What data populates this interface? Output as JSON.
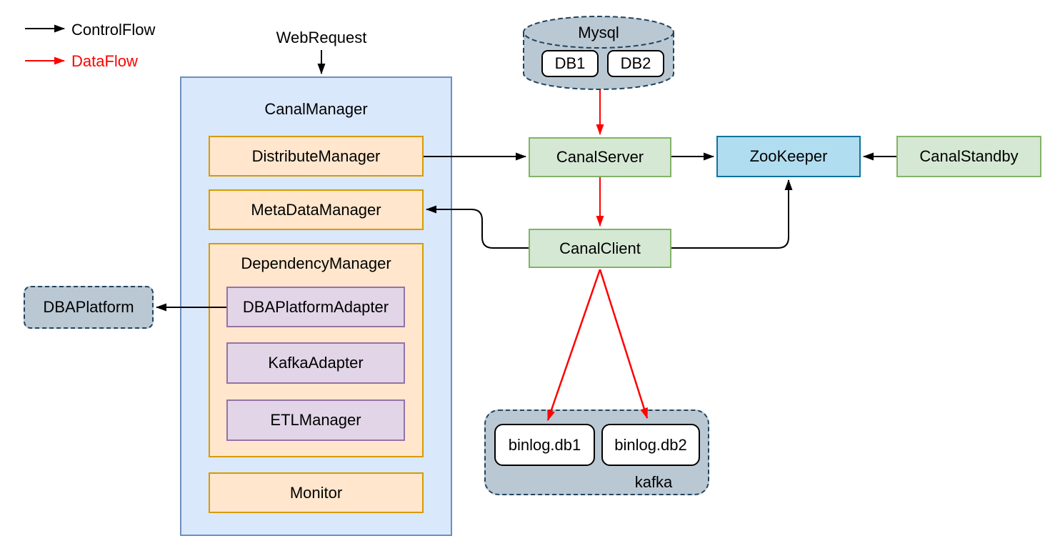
{
  "diagram": {
    "legend": {
      "control_flow": {
        "label": "ControlFlow",
        "color": "#000000"
      },
      "data_flow": {
        "label": "DataFlow",
        "color": "#ff0000"
      }
    },
    "web_request_label": "WebRequest",
    "canal_manager": {
      "title": "CanalManager",
      "distribute_manager": "DistributeManager",
      "meta_data_manager": "MetaDataManager",
      "dependency_manager": {
        "title": "DependencyManager",
        "dba_platform_adapter": "DBAPlatformAdapter",
        "kafka_adapter": "KafkaAdapter",
        "etl_manager": "ETLManager"
      },
      "monitor": "Monitor"
    },
    "mysql": {
      "title": "Mysql",
      "db1": "DB1",
      "db2": "DB2"
    },
    "canal_server": "CanalServer",
    "zookeeper": "ZooKeeper",
    "canal_standby": "CanalStandby",
    "canal_client": "CanalClient",
    "dba_platform": "DBAPlatform",
    "kafka": {
      "label": "kafka",
      "binlog_db1": "binlog.db1",
      "binlog_db2": "binlog.db2"
    },
    "colors": {
      "control_flow_arrow": "#000000",
      "data_flow_arrow": "#ff0000",
      "canal_manager_fill": "#dae8fc",
      "canal_manager_border": "#6c8ebf",
      "orange_fill": "#ffe6cc",
      "orange_border": "#d79b00",
      "purple_fill": "#e1d5e7",
      "purple_border": "#9673a6",
      "green_fill": "#d5e8d4",
      "green_border": "#82b366",
      "zookeeper_fill": "#b1ddf0",
      "zookeeper_border": "#10739e",
      "gray_fill": "#bac8d3",
      "gray_border": "#23445d"
    },
    "edges": [
      {
        "from": "WebRequest",
        "to": "CanalManager",
        "type": "ControlFlow"
      },
      {
        "from": "DistributeManager",
        "to": "CanalServer",
        "type": "ControlFlow"
      },
      {
        "from": "CanalServer",
        "to": "ZooKeeper",
        "type": "ControlFlow"
      },
      {
        "from": "CanalStandby",
        "to": "ZooKeeper",
        "type": "ControlFlow"
      },
      {
        "from": "CanalClient",
        "to": "MetaDataManager",
        "type": "ControlFlow"
      },
      {
        "from": "CanalClient",
        "to": "ZooKeeper",
        "type": "ControlFlow"
      },
      {
        "from": "DBAPlatformAdapter",
        "to": "DBAPlatform",
        "type": "ControlFlow"
      },
      {
        "from": "Mysql",
        "to": "CanalServer",
        "type": "DataFlow"
      },
      {
        "from": "CanalServer",
        "to": "CanalClient",
        "type": "DataFlow"
      },
      {
        "from": "CanalClient",
        "to": "binlog.db1",
        "type": "DataFlow"
      },
      {
        "from": "CanalClient",
        "to": "binlog.db2",
        "type": "DataFlow"
      }
    ]
  }
}
